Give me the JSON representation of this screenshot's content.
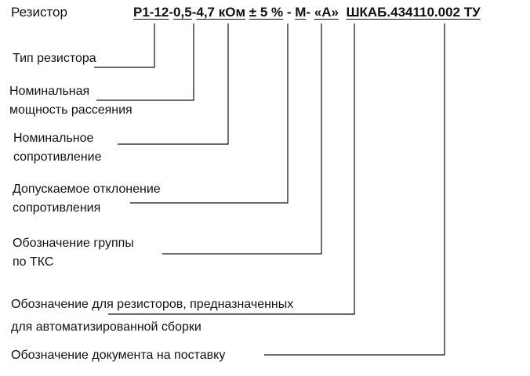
{
  "title": "Резистор",
  "designation": {
    "segments": [
      {
        "id": "type",
        "text": "Р1-12"
      },
      {
        "id": "sep1",
        "text": "-"
      },
      {
        "id": "power",
        "text": "0,5"
      },
      {
        "id": "sep2",
        "text": "-"
      },
      {
        "id": "resistance",
        "text": "4,7 кОм"
      },
      {
        "id": "sep3",
        "text": " "
      },
      {
        "id": "tolerance",
        "text": "± 5 %"
      },
      {
        "id": "sep4",
        "text": " - "
      },
      {
        "id": "tcr_group",
        "text": "М"
      },
      {
        "id": "sep5",
        "text": "- "
      },
      {
        "id": "assembly",
        "text": "«А»"
      },
      {
        "id": "sep6",
        "text": "  "
      },
      {
        "id": "document",
        "text": "ШКАБ.434110.002 ТУ"
      }
    ]
  },
  "callouts": [
    {
      "id": "type",
      "lines": [
        "Тип резистора"
      ]
    },
    {
      "id": "power",
      "lines": [
        "Номинальная",
        "мощность рассеяния"
      ]
    },
    {
      "id": "resistance",
      "lines": [
        "Номинальное",
        "сопротивление"
      ]
    },
    {
      "id": "tolerance",
      "lines": [
        "Допускаемое отклонение",
        "сопротивления"
      ]
    },
    {
      "id": "tcr_group",
      "lines": [
        "Обозначение группы",
        "по ТКС"
      ]
    },
    {
      "id": "assembly",
      "lines": [
        "Обозначение для резисторов, предназначенных",
        "для автоматизированной сборки"
      ]
    },
    {
      "id": "document",
      "lines": [
        "Обозначение документа на поставку"
      ]
    }
  ]
}
